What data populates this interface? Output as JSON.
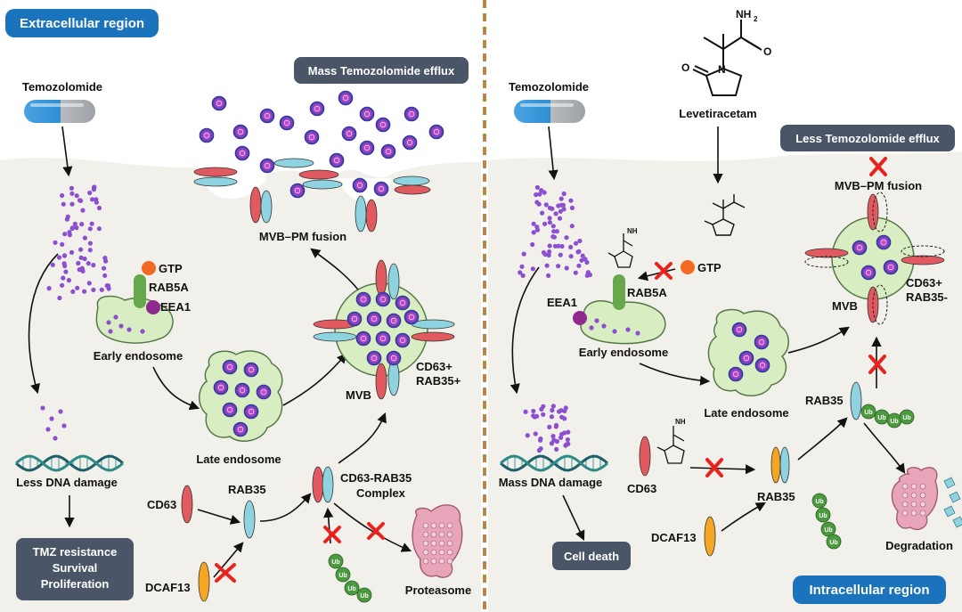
{
  "left": {
    "region_label": "Extracellular region",
    "drug": "Temozolomide",
    "efflux": "Mass Temozolomide efflux",
    "fusion": "MVB–PM fusion",
    "gtp": "GTP",
    "rab5a": "RAB5A",
    "eea1": "EEA1",
    "early_endosome": "Early endosome",
    "late_endosome": "Late endosome",
    "mvb": "MVB",
    "cd63_rab35_pos": "CD63+",
    "rab35_pos": "RAB35+",
    "dna": "Less DNA damage",
    "outcome": [
      "TMZ resistance",
      "Survival",
      "Proliferation"
    ],
    "cd63": "CD63",
    "rab35": "RAB35",
    "dcaf13": "DCAF13",
    "complex_1": "CD63-RAB35",
    "complex_2": "Complex",
    "ub": "Ub",
    "proteasome": "Proteasome"
  },
  "right": {
    "drug": "Temozolomide",
    "inhibitor": "Levetiracetam",
    "nh2": "NH",
    "nh2_sub": "2",
    "o": "O",
    "n": "N",
    "efflux": "Less Temozolomide efflux",
    "fusion": "MVB–PM fusion",
    "gtp": "GTP",
    "rab5a": "RAB5A",
    "eea1": "EEA1",
    "early_endosome": "Early endosome",
    "late_endosome": "Late endosome",
    "mvb": "MVB",
    "cd63_pos": "CD63+",
    "rab35_neg": "RAB35-",
    "rab35": "RAB35",
    "dna": "Mass DNA damage",
    "outcome": "Cell death",
    "cd63": "CD63",
    "rab35_b": "RAB35",
    "dcaf13": "DCAF13",
    "ub": "Ub",
    "degradation": "Degradation",
    "region_label": "Intracellular region"
  },
  "colors": {
    "cytoplasm": "#f2f0ea",
    "pill_blue": "#1b74bb",
    "box_slate": "#4a5668",
    "vesicle_fill": "#d9edc2",
    "vesicle_stroke": "#55784a",
    "drug_dot": "#8b4fd0",
    "cd63_red": "#e05a5f",
    "rab35_teal": "#8fd3e0",
    "dcaf13_orange": "#f5a623",
    "ub_green": "#4c9a3f",
    "gtp_orange": "#f26a21",
    "eea1_purple": "#8e2a8e",
    "rab5a_green": "#67a84d",
    "x_red": "#e8231d",
    "divider": "#b8864b",
    "proteasome_pink": "#e8a5b9"
  }
}
